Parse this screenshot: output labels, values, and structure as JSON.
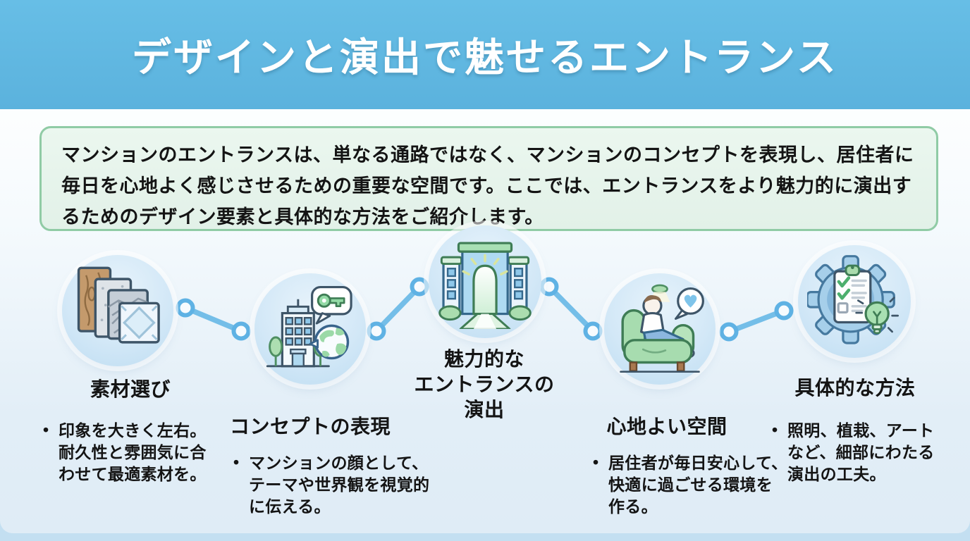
{
  "header": {
    "title": "デザインと演出で魅せるエントランス"
  },
  "intro": {
    "text": "マンションのエントランスは、単なる通路ではなく、マンションのコンセプトを表現し、居住者に毎日を心地よく感じさせるための重要な空間です。ここでは、エントランスをより魅力的に演出するためのデザイン要素と具体的な方法をご紹介します。"
  },
  "steps": [
    {
      "id": "materials",
      "icon": "material-samples-icon",
      "label": "素材選び",
      "bullet": "印象を大きく左右。耐久性と雰囲気に合わせて最適素材を。"
    },
    {
      "id": "concept",
      "icon": "building-key-globe-icon",
      "label": "コンセプトの表現",
      "bullet": "マンションの顔として、テーマや世界観を視覚的に伝える。"
    },
    {
      "id": "entrance",
      "icon": "glowing-entrance-arch-icon",
      "label": "魅力的な\nエントランスの\n演出"
    },
    {
      "id": "comfort",
      "icon": "person-relaxing-armchair-icon",
      "label": "心地よい空間",
      "bullet": "居住者が毎日安心して、快適に過ごせる環境を作る。"
    },
    {
      "id": "methods",
      "icon": "gear-checklist-lightbulb-icon",
      "label": "具体的な方法",
      "bullet": "照明、植栽、アートなど、細部にわたる演出の工夫。"
    }
  ],
  "colors": {
    "header_bg": "#5FB6E1",
    "header_text": "#FFFFFF",
    "intro_bg": "#E7F4EB",
    "intro_border": "#90CBA5",
    "connector": "#74BEE8",
    "icon_circle_bg": "#D3E8F7",
    "accent_green": "#A9DCAC",
    "body_text": "#141414",
    "background_bottom": "#DFECF6"
  }
}
